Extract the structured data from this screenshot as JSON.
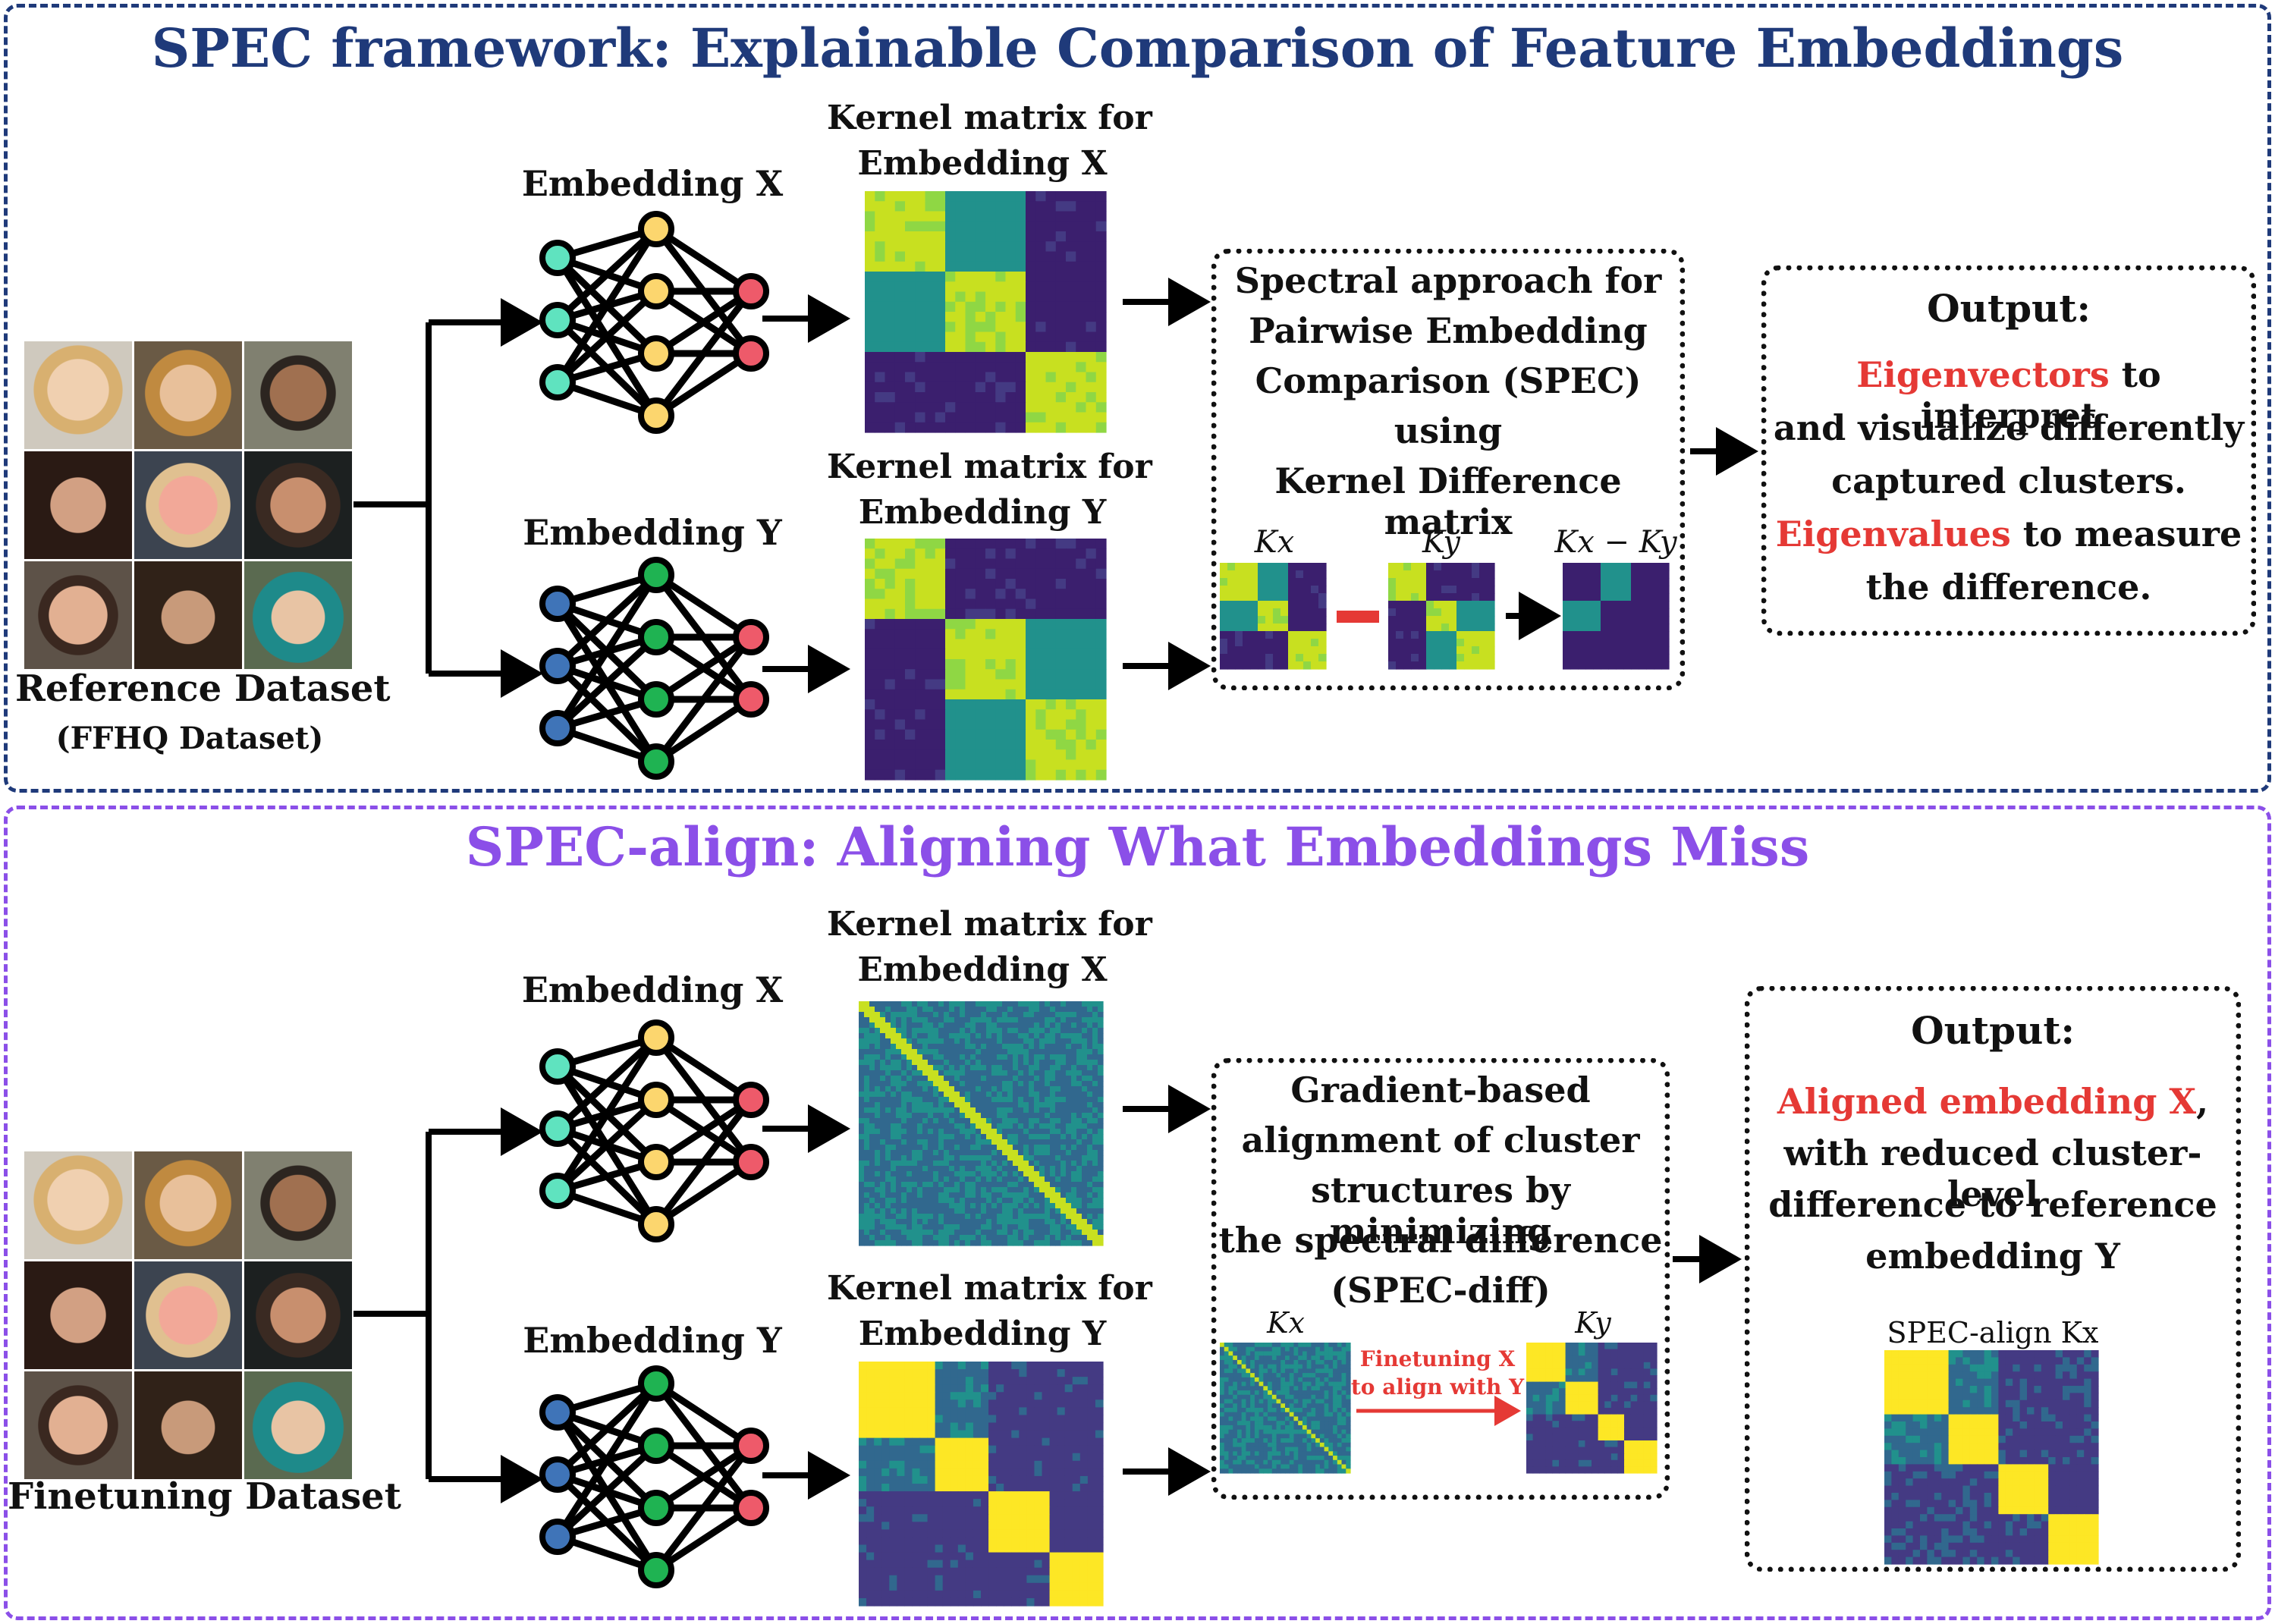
{
  "colors": {
    "panel1_border": "#1f3a7a",
    "panel2_border": "#8b4fe8",
    "accent_red": "#e53935",
    "node_green": "#5fe3bf",
    "node_yellow": "#fcd66e",
    "node_red": "#ee5a6a",
    "node_blue": "#3f74b8",
    "node_dark_green": "#1fb352"
  },
  "panel1": {
    "title": "SPEC framework: Explainable Comparison of Feature Embeddings",
    "dataset_label": "Reference Dataset",
    "dataset_sublabel": "(FFHQ Dataset)",
    "embedding_x_label": "Embedding X",
    "embedding_y_label": "Embedding Y",
    "kernel_x_label_1": "Kernel matrix for",
    "kernel_x_label_2": "Embedding X",
    "kernel_y_label_1": "Kernel matrix for",
    "kernel_y_label_2": "Embedding Y",
    "method_lines": [
      "Spectral approach for",
      "Pairwise Embedding",
      "Comparison (SPEC)",
      "using",
      "Kernel Difference matrix"
    ],
    "mini_kx": "Kx",
    "mini_ky": "Ky",
    "mini_diff": "Kx − Ky",
    "output_title": "Output:",
    "output_eigenvectors": "Eigenvectors",
    "output_line1_rest": " to interpret",
    "output_line2": "and visualize differently",
    "output_line3": "captured clusters.",
    "output_eigenvalues": "Eigenvalues",
    "output_line4_rest": " to measure",
    "output_line5": "the difference."
  },
  "panel2": {
    "title": "SPEC-align: Aligning What Embeddings Miss",
    "dataset_label": "Finetuning Dataset",
    "embedding_x_label": "Embedding X",
    "embedding_y_label": "Embedding Y",
    "kernel_x_label_1": "Kernel matrix for",
    "kernel_x_label_2": "Embedding X",
    "kernel_y_label_1": "Kernel matrix for",
    "kernel_y_label_2": "Embedding Y",
    "method_lines": [
      "Gradient-based",
      "alignment of cluster",
      "structures by minimizing",
      "the spectral difference",
      "(SPEC-diff)"
    ],
    "mini_kx": "Kx",
    "mini_ky": "Ky",
    "finetune_line1": "Finetuning X",
    "finetune_line2": "to align with Y",
    "output_title": "Output:",
    "output_aligned": "Aligned embedding X",
    "output_comma": ",",
    "output_line2": "with reduced cluster-level",
    "output_line3": "difference to reference",
    "output_line4": "embedding Y",
    "output_matrix_label": "SPEC-align Kx"
  }
}
